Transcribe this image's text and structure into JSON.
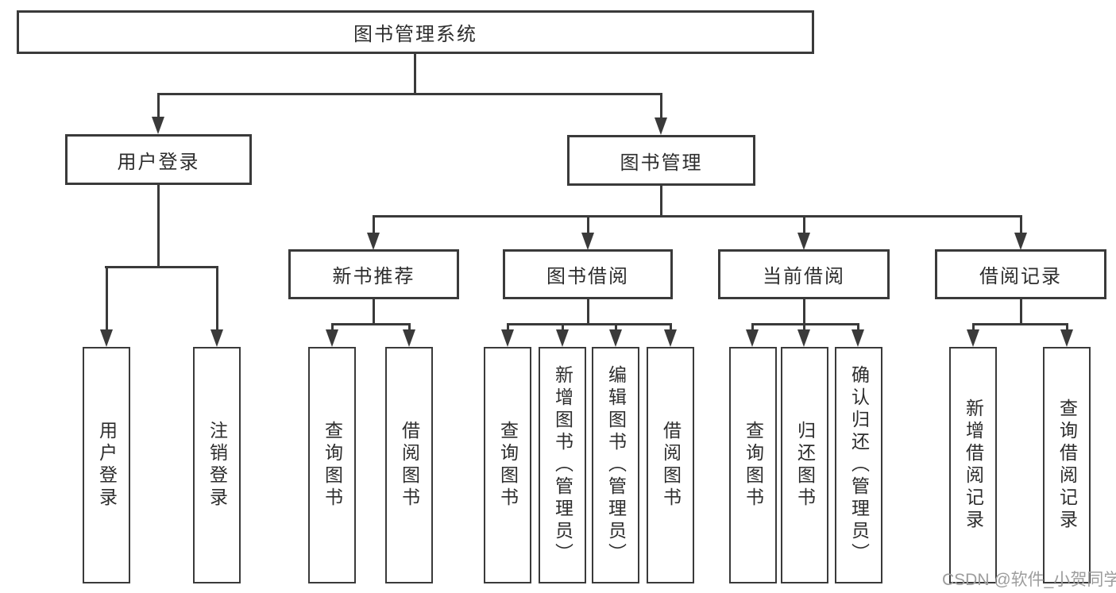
{
  "diagram": {
    "background": "#ffffff",
    "line_color": "#3a3a3a",
    "text_color": "#2d2d2d",
    "watermark_color": "#9d9d9d",
    "root": {
      "label": "图书管理系统"
    },
    "branches": [
      {
        "label": "用户登录",
        "children": [
          {
            "label": "用户登录"
          },
          {
            "label": "注销登录"
          }
        ]
      },
      {
        "label": "图书管理",
        "groups": [
          {
            "label": "新书推荐",
            "children": [
              {
                "label": "查询图书"
              },
              {
                "label": "借阅图书"
              }
            ]
          },
          {
            "label": "图书借阅",
            "children": [
              {
                "label": "查询图书"
              },
              {
                "label": "新增图书（管理员）"
              },
              {
                "label": "编辑图书（管理员）"
              },
              {
                "label": "借阅图书"
              }
            ]
          },
          {
            "label": "当前借阅",
            "children": [
              {
                "label": "查询图书"
              },
              {
                "label": "归还图书"
              },
              {
                "label": "确认归还（管理员）"
              }
            ]
          },
          {
            "label": "借阅记录",
            "children": [
              {
                "label": "新增借阅记录"
              },
              {
                "label": "查询借阅记录"
              }
            ]
          }
        ]
      }
    ],
    "watermark": "CSDN @软件_小贺同学"
  }
}
